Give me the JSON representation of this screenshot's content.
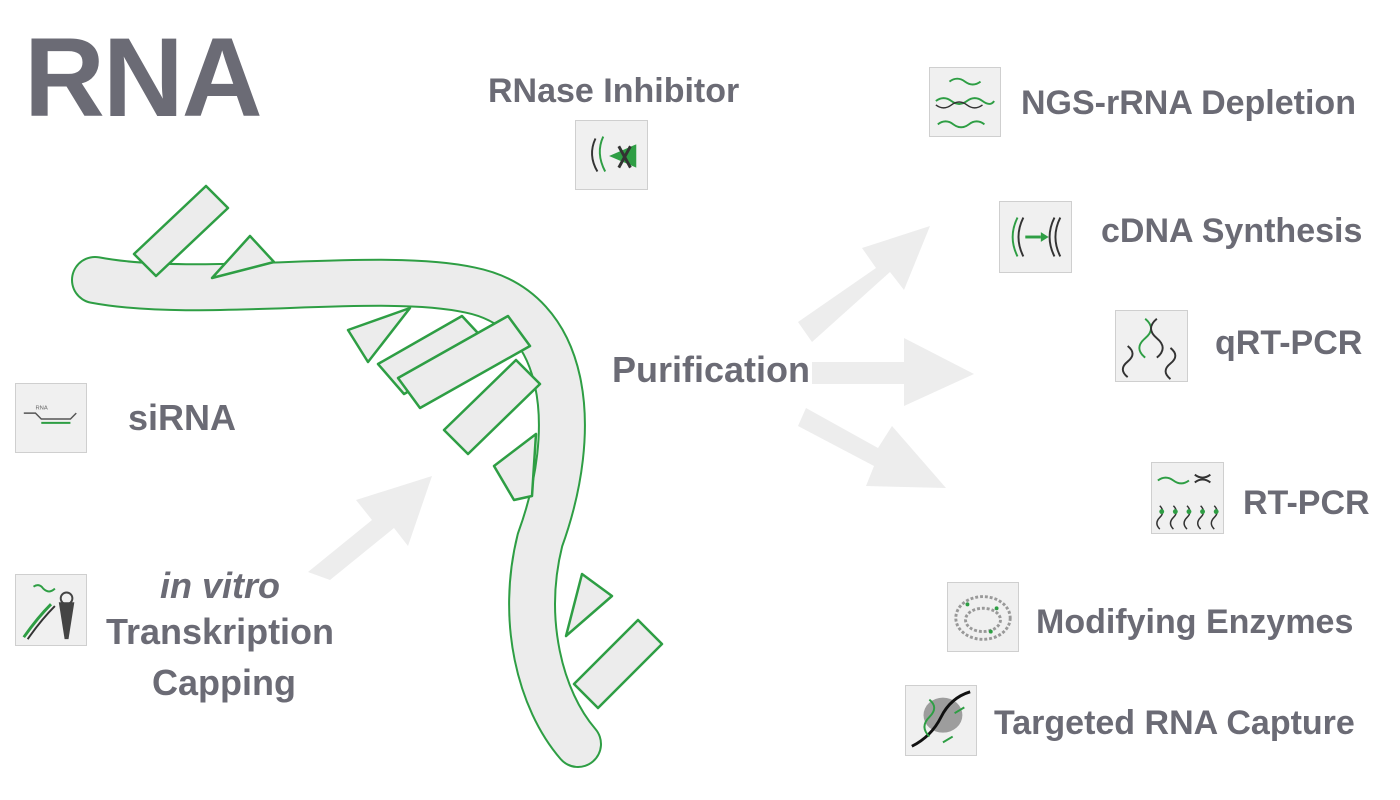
{
  "title": "RNA",
  "center_label": "Purification",
  "top_label": "RNase Inhibitor",
  "left_items": [
    {
      "label": "siRNA",
      "icon": "sirna-icon"
    },
    {
      "label_lines": [
        "in vitro",
        "Transkription",
        "Capping"
      ],
      "icon": "in-vitro-transcription-icon"
    }
  ],
  "right_items": [
    {
      "label": "NGS-rRNA Depletion",
      "icon": "ngs-rrna-depletion-icon"
    },
    {
      "label": "cDNA Synthesis",
      "icon": "cdna-synthesis-icon"
    },
    {
      "label": "qRT-PCR",
      "icon": "qrt-pcr-icon"
    },
    {
      "label": "RT-PCR",
      "icon": "rt-pcr-icon"
    },
    {
      "label": "Modifying Enzymes",
      "icon": "modifying-enzymes-icon"
    },
    {
      "label": "Targeted RNA Capture",
      "icon": "targeted-rna-capture-icon"
    }
  ],
  "colors": {
    "text": "#6b6b75",
    "accent_green": "#2e9e44",
    "strand_fill": "#ececec",
    "arrow": "#eeeeee"
  }
}
